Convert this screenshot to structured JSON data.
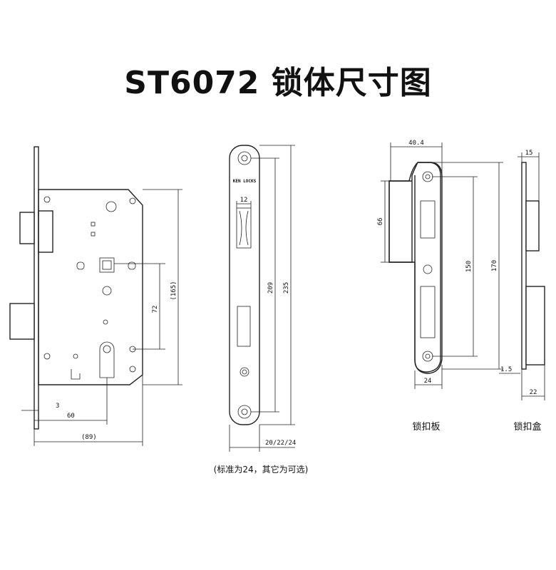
{
  "title": "ST6072 锁体尺寸图",
  "lock_body": {
    "dims": {
      "backset_small": "3",
      "backset": "60",
      "width": "(89)",
      "center_distance": "72",
      "height": "(165)"
    }
  },
  "faceplate": {
    "brand": "KEN LOCKS",
    "dims": {
      "slot_width": "12",
      "hole_distance": "209",
      "length": "235",
      "width": "20/22/24"
    },
    "note": "(标准为24，其它为可选)"
  },
  "strike_plate": {
    "label": "锁扣板",
    "dims": {
      "top_width": "40.4",
      "lip_height": "66",
      "hole_distance": "150",
      "length": "170",
      "bottom_width": "24",
      "thickness": "1.5"
    }
  },
  "strike_box": {
    "label": "锁扣盒",
    "dims": {
      "top_width": "15",
      "bottom_width": "22"
    }
  }
}
